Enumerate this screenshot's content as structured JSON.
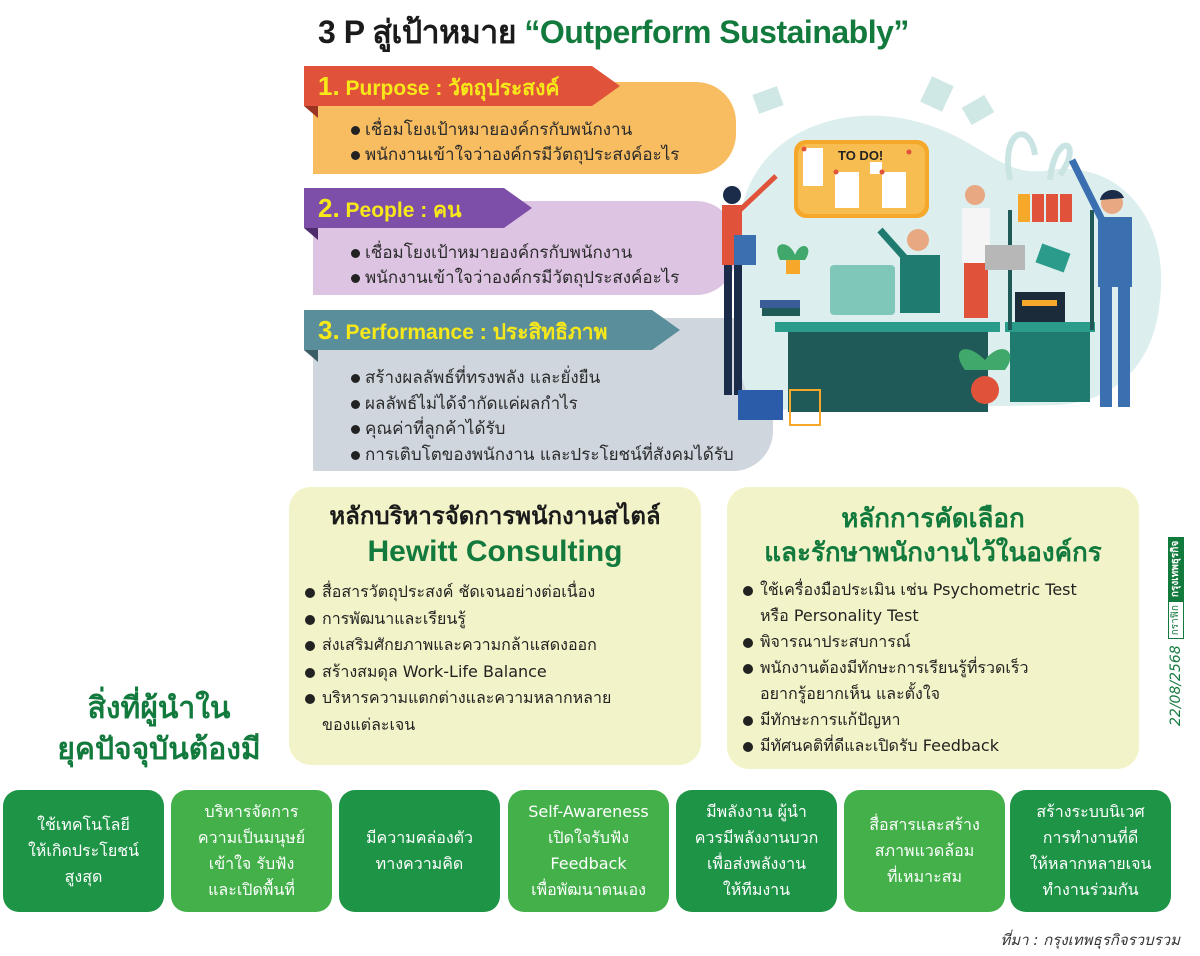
{
  "title": {
    "prefix": "3 P สู่เป้าหมาย",
    "highlight": "“Outperform Sustainably”"
  },
  "sections": [
    {
      "number": "1.",
      "label": "Purpose : วัตถุประสงค์",
      "tab_color": "#e0533a",
      "body_color": "#f8bd61",
      "items": [
        "เชื่อมโยงเป้าหมายองค์กรกับพนักงาน",
        "พนักงานเข้าใจว่าองค์กรมีวัตถุประสงค์อะไร"
      ]
    },
    {
      "number": "2.",
      "label": "People : คน",
      "tab_color": "#7e4fa8",
      "body_color": "#dcc4e2",
      "items": [
        "เชื่อมโยงเป้าหมายองค์กรกับพนักงาน",
        "พนักงานเข้าใจว่าองค์กรมีวัตถุประสงค์อะไร"
      ]
    },
    {
      "number": "3.",
      "label": "Performance : ประสิทธิภาพ",
      "tab_color": "#5b8e9b",
      "body_color": "#cfd6de",
      "items": [
        "สร้างผลลัพธ์ที่ทรงพลัง และยั่งยืน",
        "ผลลัพธ์ไม่ได้จำกัดแค่ผลกำไร",
        "คุณค่าที่ลูกค้าได้รับ",
        "การเติบโตของพนักงาน และประโยชน์ที่สังคมได้รับ"
      ]
    }
  ],
  "illustration": {
    "board_label": "TO DO!"
  },
  "hewitt": {
    "title_line1": "หลักบริหารจัดการพนักงานสไตล์",
    "title_line2": "Hewitt Consulting",
    "items": [
      "สื่อสารวัตถุประสงค์ ชัดเจนอย่างต่อเนื่อง",
      "การพัฒนาและเรียนรู้",
      "ส่งเสริมศักยภาพและความกล้าแสดงออก",
      "สร้างสมดุล Work-Life Balance",
      "บริหารความแตกต่างและความหลากหลาย\nของแต่ละเจน"
    ]
  },
  "selection": {
    "title_line1": "หลักการคัดเลือก",
    "title_line2": "และรักษาพนักงานไว้ในองค์กร",
    "items": [
      "ใช้เครื่องมือประเมิน เช่น Psychometric Test\nหรือ Personality Test",
      "พิจารณาประสบการณ์",
      "พนักงานต้องมีทักษะการเรียนรู้ที่รวดเร็ว\nอยากรู้อยากเห็น และตั้งใจ",
      "มีทักษะการแก้ปัญหา",
      "มีทัศนคติที่ดีและเปิดรับ Feedback"
    ]
  },
  "leader_heading": {
    "line1": "สิ่งที่ผู้นำใน",
    "line2": "ยุคปัจจุบันต้องมี"
  },
  "tiles": [
    {
      "text": "ใช้เทคโนโลยี\nให้เกิดประโยชน์\nสูงสุด",
      "color": "#1e9447"
    },
    {
      "text": "บริหารจัดการ\nความเป็นมนุษย์\nเข้าใจ รับฟัง\nและเปิดพื้นที่",
      "color": "#43b04a"
    },
    {
      "text": "มีความคล่องตัว\nทางความคิด",
      "color": "#1e9447"
    },
    {
      "text": "Self-Awareness\nเปิดใจรับฟัง\nFeedback\nเพื่อพัฒนาตนเอง",
      "color": "#43b04a"
    },
    {
      "text": "มีพลังงาน ผู้นำ\nควรมีพลังงานบวก\nเพื่อส่งพลังงาน\nให้ทีมงาน",
      "color": "#1e9447"
    },
    {
      "text": "สื่อสารและสร้าง\nสภาพแวดล้อม\nที่เหมาะสม",
      "color": "#43b04a"
    },
    {
      "text": "สร้างระบบนิเวศ\nการทำงานที่ดี\nให้หลากหลายเจน\nทำงานร่วมกัน",
      "color": "#1e9447"
    }
  ],
  "credit": {
    "date": "22/08/2568",
    "label": "กราฟิก",
    "brand": "กรุงเทพธุรกิจ"
  },
  "source": "ที่มา : กรุงเทพธุรกิจรวบรวม"
}
